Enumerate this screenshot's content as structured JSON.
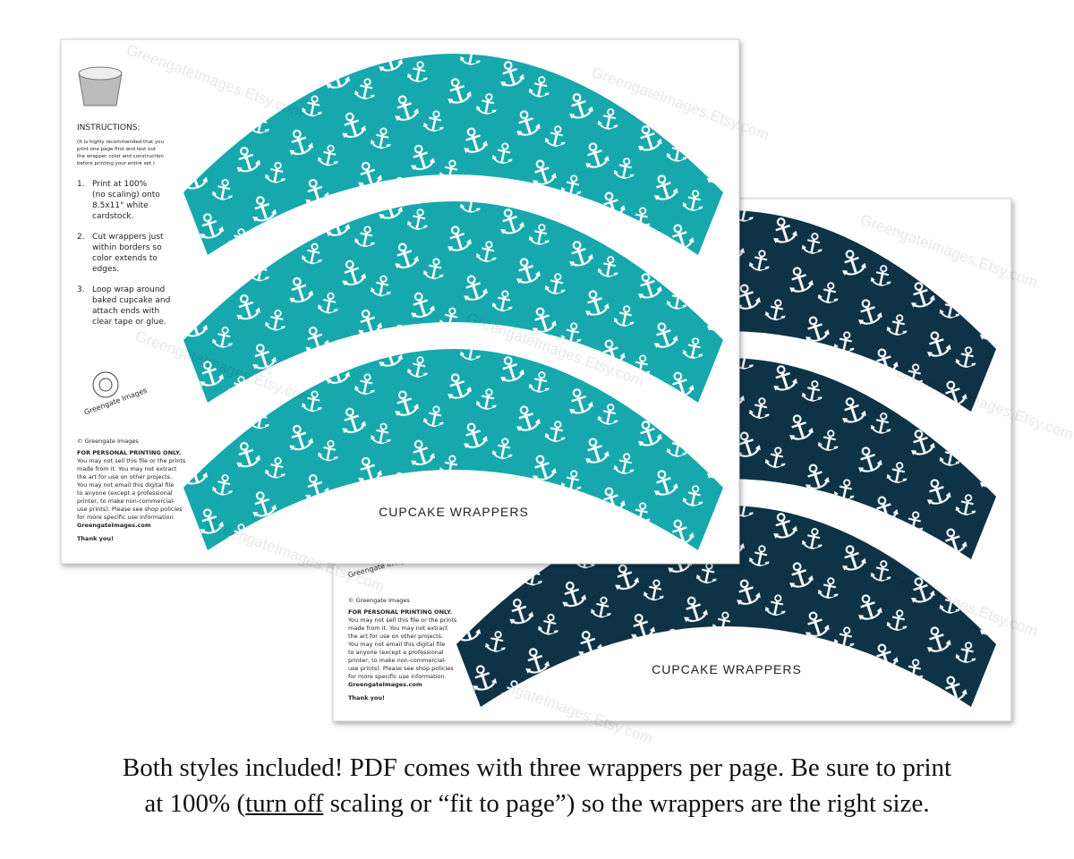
{
  "watermark": "GreengateImages.Etsy.com",
  "colors": {
    "teal": "#17a8ad",
    "navy": "#0e3347",
    "anchor": "#ffffff"
  },
  "page1": {
    "instructions_title": "INSTRUCTIONS:",
    "note_lines": [
      "(It is highly recommended that you",
      "print one page first and test out",
      "the wrapper color and construction",
      "before printing your entire set.)"
    ],
    "steps": [
      [
        "1.",
        "Print at 100%",
        "(no scaling) onto",
        "8.5x11\" white",
        "cardstock."
      ],
      [
        "2.",
        "Cut wrappers just",
        "within borders so",
        "color extends to",
        "edges."
      ],
      [
        "3.",
        "Loop wrap around",
        "baked cupcake and",
        "attach ends with",
        "clear tape or glue."
      ]
    ],
    "logo_text": "Greengate Images",
    "copyright": "© Greengate Images",
    "personal": "FOR PERSONAL PRINTING ONLY.",
    "legal_lines": [
      "You may not sell this file or the prints",
      "made from it. You may not extract",
      "the art for use on other projects.",
      "You may not email this digital file",
      "to anyone (except a professional",
      "printer, to make non-commercial-",
      "use prints). Please see shop policies",
      "for more specific use information."
    ],
    "site": "GreengateImages.com",
    "thanks": "Thank you!",
    "label": "CUPCAKE WRAPPERS"
  },
  "page2": {
    "logo_text": "Greengate Images",
    "copyright": "© Greengate Images",
    "personal": "FOR PERSONAL PRINTING ONLY.",
    "legal_lines": [
      "You may not sell this file or the prints",
      "made from it. You may not extract",
      "the art for use on other projects.",
      "You may not email this digital file",
      "to anyone (except a professional",
      "printer, to make non-commercial-",
      "use prints). Please see shop policies",
      "for more specific use information."
    ],
    "site": "GreengateImages.com",
    "thanks": "Thank you!",
    "label": "CUPCAKE WRAPPERS"
  },
  "caption": {
    "line1": "Both styles included! PDF comes with three wrappers per page. Be sure to print",
    "line2_a": "at 100% (",
    "line2_u": "turn off",
    "line2_b": " scaling or “fit to page”) so the wrappers are the right size."
  }
}
